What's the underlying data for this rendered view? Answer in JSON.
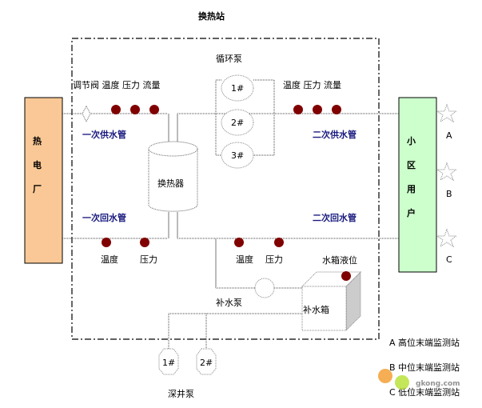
{
  "title": "换热站",
  "heat_plant": {
    "label": [
      "热",
      "电",
      "厂"
    ],
    "color": "#FAC896"
  },
  "community": {
    "label": [
      "小",
      "区",
      "用",
      "户"
    ],
    "color": "#CCFFCC"
  },
  "primary_supply": {
    "label": "一次供水管",
    "instruments": "调节阀 温度 压力 流量"
  },
  "primary_return": {
    "label": "一次回水管",
    "instruments": [
      "温度",
      "压力"
    ]
  },
  "secondary_supply": {
    "label": "二次供水管",
    "instruments": "温度 压力 流量"
  },
  "secondary_return": {
    "label": "二次回水管",
    "instruments": [
      "温度",
      "压力"
    ]
  },
  "heat_exchanger": "换热器",
  "circulation_pumps": {
    "label": "循环泵",
    "units": [
      "1#",
      "2#",
      "3#"
    ]
  },
  "makeup_pump": "补水泵",
  "makeup_tank": {
    "label": "补水箱",
    "level_label": "水箱液位"
  },
  "deep_well_pumps": {
    "label": "深井泵",
    "units": [
      "1#",
      "2#"
    ]
  },
  "stations": [
    "A",
    "B",
    "C"
  ],
  "legend": [
    "A 高位末端监测站",
    "B 中位末端监测站",
    "C 低位末端监测站"
  ],
  "sensor_color": "#800000",
  "pipe_label_color": "#1a1a80",
  "watermark": "gkong.com"
}
